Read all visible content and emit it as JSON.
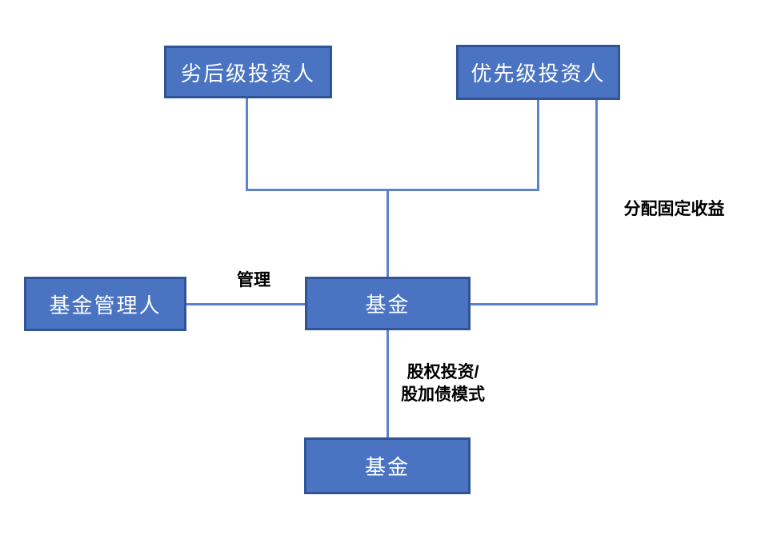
{
  "diagram": {
    "nodes": [
      {
        "id": "subordinated-investors",
        "label": "劣后级投资人"
      },
      {
        "id": "senior-investors",
        "label": "优先级投资人"
      },
      {
        "id": "fund-manager",
        "label": "基金管理人"
      },
      {
        "id": "fund",
        "label": "基金"
      },
      {
        "id": "invested-fund",
        "label": "基金"
      }
    ],
    "edge_labels": {
      "manage": "管理",
      "fixed_income": "分配固定收益",
      "equity_line1": "股权投资/",
      "equity_line2": "股加债模式"
    }
  },
  "theme": {
    "node_fill": "#4A74C2",
    "node_border": "#2F5597",
    "node_text": "#FFFFFF",
    "connector": "#5B84CC",
    "label_text": "#000000",
    "background": "#FFFFFF"
  }
}
